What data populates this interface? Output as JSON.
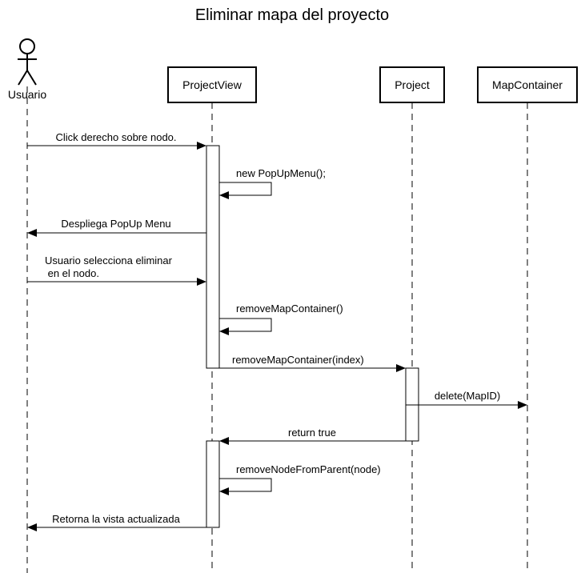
{
  "title": "Eliminar mapa del proyecto",
  "actor": {
    "label": "Usuario"
  },
  "participants": [
    {
      "id": "projectview",
      "label": "ProjectView"
    },
    {
      "id": "project",
      "label": "Project"
    },
    {
      "id": "mapcontainer",
      "label": "MapContainer"
    }
  ],
  "messages": [
    {
      "id": "m1",
      "from": "usuario",
      "to": "projectview",
      "label": "Click derecho sobre nodo."
    },
    {
      "id": "m2",
      "from": "projectview",
      "to": "projectview",
      "label": "new PopUpMenu();"
    },
    {
      "id": "m3",
      "from": "projectview",
      "to": "usuario",
      "label": "Despliega PopUp Menu"
    },
    {
      "id": "m4",
      "from": "usuario",
      "to": "projectview",
      "label_lines": [
        "Usuario selecciona eliminar",
        " en el nodo."
      ]
    },
    {
      "id": "m5",
      "from": "projectview",
      "to": "projectview",
      "label": "removeMapContainer()"
    },
    {
      "id": "m6",
      "from": "projectview",
      "to": "project",
      "label": "removeMapContainer(index)"
    },
    {
      "id": "m7",
      "from": "project",
      "to": "mapcontainer",
      "label": "delete(MapID)"
    },
    {
      "id": "m8",
      "from": "project",
      "to": "projectview",
      "label": "return true"
    },
    {
      "id": "m9",
      "from": "projectview",
      "to": "projectview",
      "label": "removeNodeFromParent(node)"
    },
    {
      "id": "m10",
      "from": "projectview",
      "to": "usuario",
      "label": "Retorna la vista actualizada"
    }
  ]
}
